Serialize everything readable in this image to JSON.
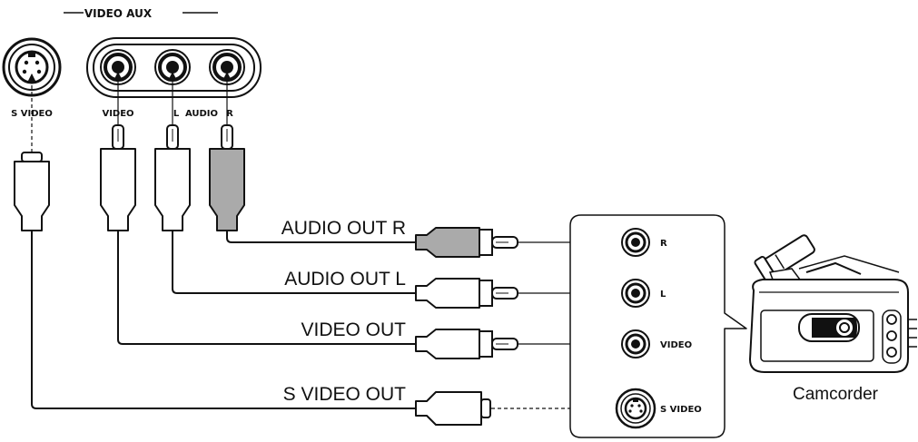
{
  "diagram": {
    "header": "VIDEO AUX",
    "panel_labels": {
      "s_video": "S VIDEO",
      "video": "VIDEO",
      "left": "L",
      "audio": "AUDIO",
      "right": "R"
    },
    "cable_labels": {
      "audio_out_r": "AUDIO OUT R",
      "audio_out_l": "AUDIO OUT L",
      "video_out": "VIDEO OUT",
      "s_video_out": "S VIDEO OUT"
    },
    "camcorder_jacks": {
      "r": "R",
      "l": "L",
      "video": "VIDEO",
      "s_video": "S VIDEO"
    },
    "device_label": "Camcorder"
  }
}
